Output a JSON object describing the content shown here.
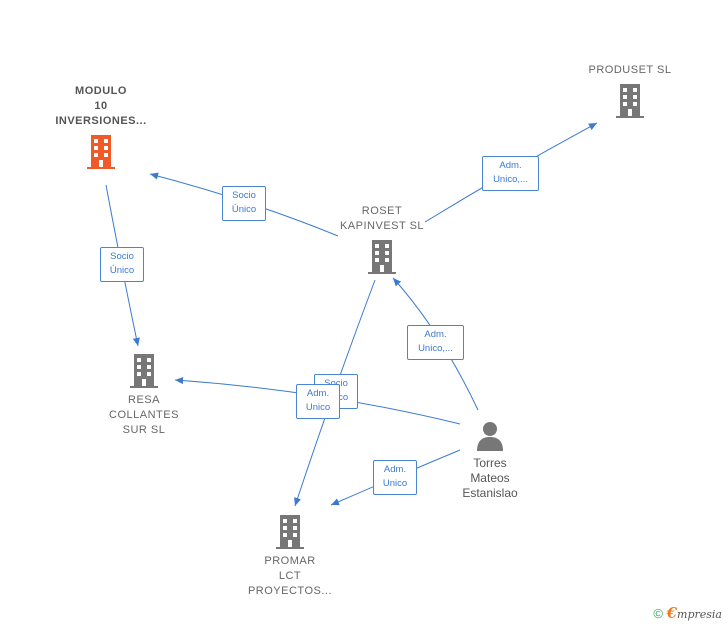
{
  "nodes": {
    "modulo": {
      "label": "MODULO\n10\nINVERSIONES...",
      "color": "#f05a28"
    },
    "produset": {
      "label": "PRODUSET SL",
      "color": "#777777"
    },
    "roset": {
      "label": "ROSET\nKAPINVEST SL",
      "color": "#777777"
    },
    "resa": {
      "label": "RESA\nCOLLANTES\nSUR SL",
      "color": "#777777"
    },
    "promar": {
      "label": "PROMAR\nLCT\nPROYECTOS...",
      "color": "#777777"
    },
    "torres": {
      "label": "Torres\nMateos\nEstanislao",
      "color": "#777777"
    }
  },
  "edges": {
    "roset_modulo": "Socio\nÚnico",
    "modulo_resa": "Socio\nÚnico",
    "roset_produset": "Adm.\nUnico,...",
    "torres_roset": "Adm.\nUnico,...",
    "roset_promar": "Socio\nÚnico",
    "torres_resa": "Adm.\nUnico",
    "torres_promar": "Adm.\nUnico"
  },
  "footer": {
    "copyright": "©",
    "brand_e": "€",
    "brand_rest": "mpresia"
  },
  "colors": {
    "edge": "#3b7ad0",
    "company": "#777777",
    "highlight": "#f05a28"
  }
}
